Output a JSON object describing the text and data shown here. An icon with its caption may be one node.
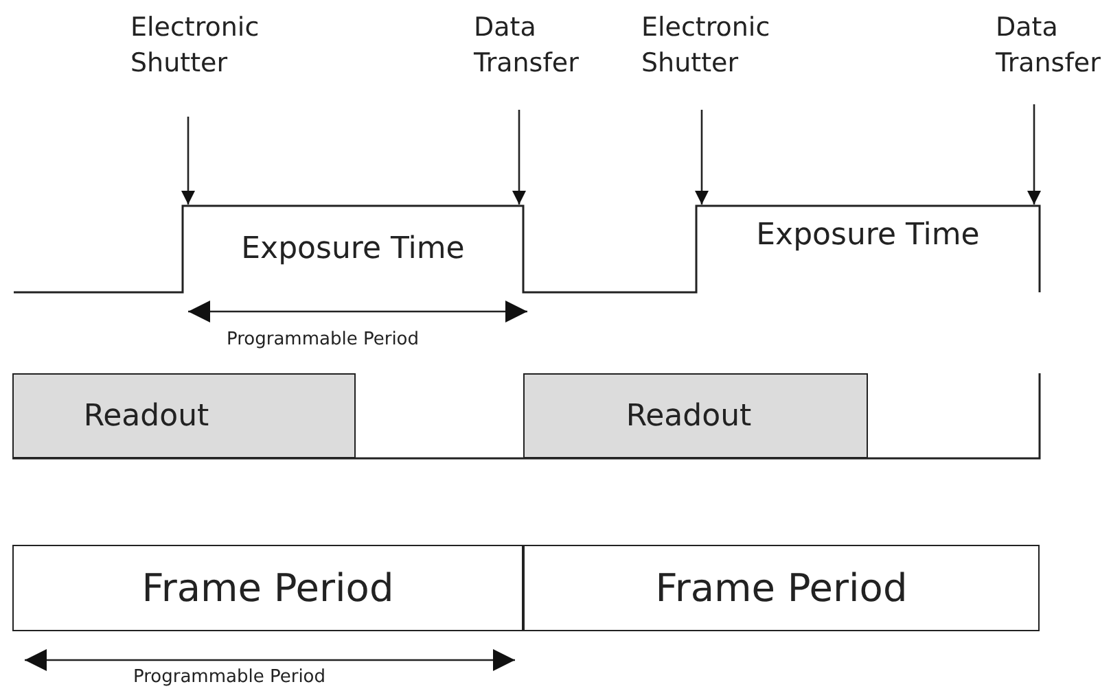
{
  "diagram": {
    "nodes": [
      {
        "text": [
          "Electronic Shutter"
        ]
      },
      {
        "text": [
          "Data Transfer"
        ]
      },
      {
        "text": [
          "Electronic Shutter"
        ]
      },
      {
        "text": [
          "Data Transfer"
        ]
      },
      {
        "text": [
          "Exposure Time"
        ]
      },
      {
        "text": [
          "Exposure Time"
        ]
      },
      {
        "text": [
          "Readout"
        ]
      },
      {
        "text": [
          "Readout"
        ]
      },
      {
        "text": [
          "Frame Period"
        ]
      },
      {
        "text": [
          "Frame Period"
        ]
      }
    ],
    "edges": [
      {
        "from": 0,
        "to": 4,
        "arrow": "to"
      },
      {
        "from": 1,
        "to": 4,
        "arrow": "to"
      },
      {
        "from": 2,
        "to": 5,
        "arrow": "to"
      },
      {
        "from": 3,
        "to": 5,
        "arrow": "to"
      }
    ],
    "labels": [
      "Programmable Period",
      "Programmable Period"
    ]
  }
}
